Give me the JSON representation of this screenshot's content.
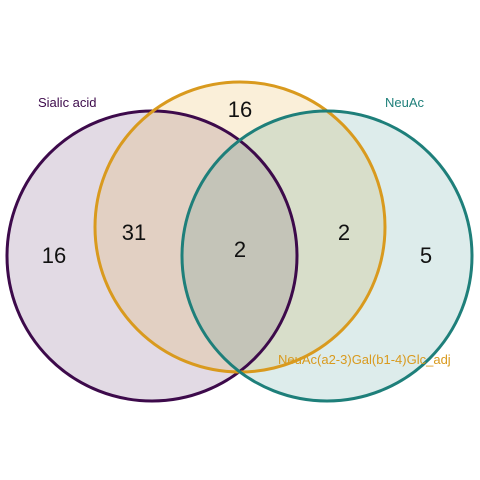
{
  "venn": {
    "sets": [
      {
        "key": "A",
        "name": "Sialic acid",
        "color": "#3d0a4b"
      },
      {
        "key": "B",
        "name": "NeuAc(a2-3)Gal(b1-4)Glc_adj",
        "color": "#d99a1e"
      },
      {
        "key": "C",
        "name": "NeuAc",
        "color": "#1e7f7a"
      }
    ],
    "regions": {
      "A_only": "16",
      "B_only": "16",
      "C_only": "5",
      "A_B": "31",
      "B_C": "2",
      "A_B_C": "2"
    }
  }
}
